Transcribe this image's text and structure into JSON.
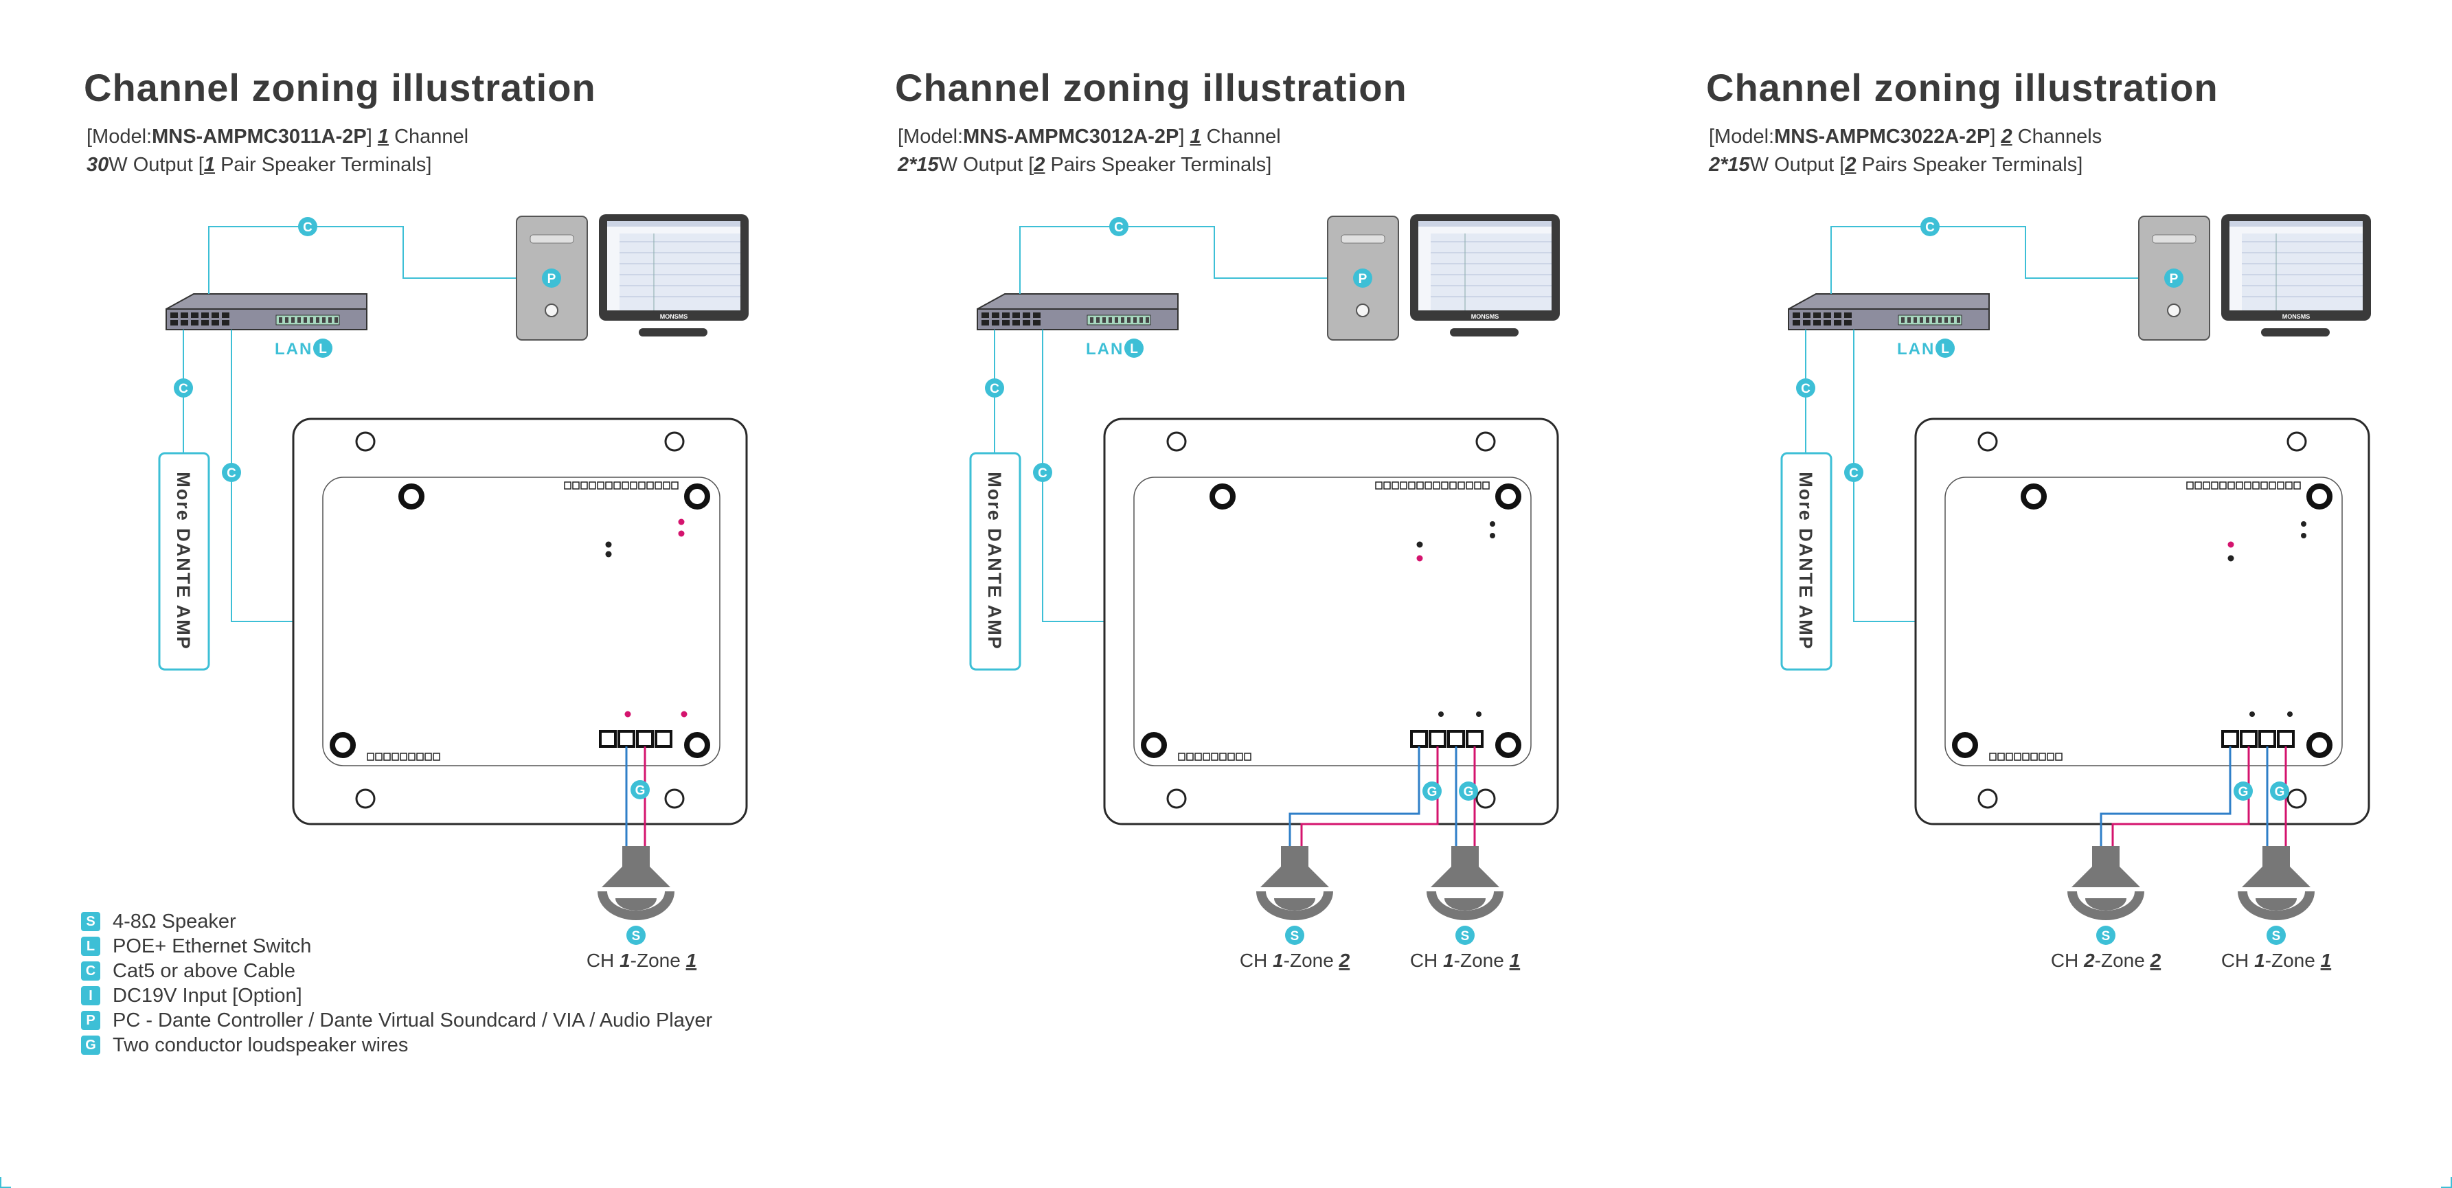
{
  "colors": {
    "accent": "#3dbfd6",
    "wire_pink": "#d4146e",
    "wire_blue": "#2f7fc8",
    "dark": "#3a3a3a",
    "speaker": "#777777"
  },
  "panels": [
    {
      "title": "Channel zoning illustration",
      "model_prefix": "[Model:",
      "model": "MNS-AMPMC3011A-2P",
      "model_suffix": "]",
      "channel_count": "1",
      "channel_word": "Channel",
      "output_power": "30",
      "output_text": "W Output [",
      "pairs_count": "1",
      "pairs_text": "Pair Speaker Terminals]",
      "lan_label": "LAN",
      "more_amp": "More DANTE AMP",
      "zones": [
        {
          "prefix": "CH ",
          "ch": "1",
          "mid": "-Zone ",
          "zone": "1"
        }
      ]
    },
    {
      "title": "Channel zoning illustration",
      "model_prefix": "[Model:",
      "model": "MNS-AMPMC3012A-2P",
      "model_suffix": "]",
      "channel_count": "1",
      "channel_word": "Channel",
      "output_power": "2*15",
      "output_text": "W Output [",
      "pairs_count": "2",
      "pairs_text": "Pairs Speaker Terminals]",
      "lan_label": "LAN",
      "more_amp": "More DANTE AMP",
      "zones": [
        {
          "prefix": "CH ",
          "ch": "1",
          "mid": "-Zone ",
          "zone": "2"
        },
        {
          "prefix": "CH ",
          "ch": "1",
          "mid": "-Zone ",
          "zone": "1"
        }
      ]
    },
    {
      "title": "Channel zoning illustration",
      "model_prefix": "[Model:",
      "model": "MNS-AMPMC3022A-2P",
      "model_suffix": "]",
      "channel_count": "2",
      "channel_word": "Channels",
      "output_power": "2*15",
      "output_text": "W Output [",
      "pairs_count": "2",
      "pairs_text": "Pairs Speaker Terminals]",
      "lan_label": "LAN",
      "more_amp": "More DANTE AMP",
      "zones": [
        {
          "prefix": "CH ",
          "ch": "2",
          "mid": "-Zone ",
          "zone": "2"
        },
        {
          "prefix": "CH ",
          "ch": "1",
          "mid": "-Zone ",
          "zone": "1"
        }
      ]
    }
  ],
  "badges": {
    "cable": "C",
    "lan": "L",
    "pc": "P",
    "wire": "G",
    "speaker": "S"
  },
  "screen_brand": "MONSMS",
  "legend": [
    {
      "badge": "S",
      "text": "4-8Ω Speaker"
    },
    {
      "badge": "L",
      "text": "POE+ Ethernet Switch"
    },
    {
      "badge": "C",
      "text": "Cat5 or above Cable"
    },
    {
      "badge": "I",
      "text": "DC19V Input [Option]"
    },
    {
      "badge": "P",
      "text": "PC -  Dante Controller / Dante Virtual Soundcard / VIA / Audio Player"
    },
    {
      "badge": "G",
      "text": "Two conductor loudspeaker wires"
    }
  ]
}
